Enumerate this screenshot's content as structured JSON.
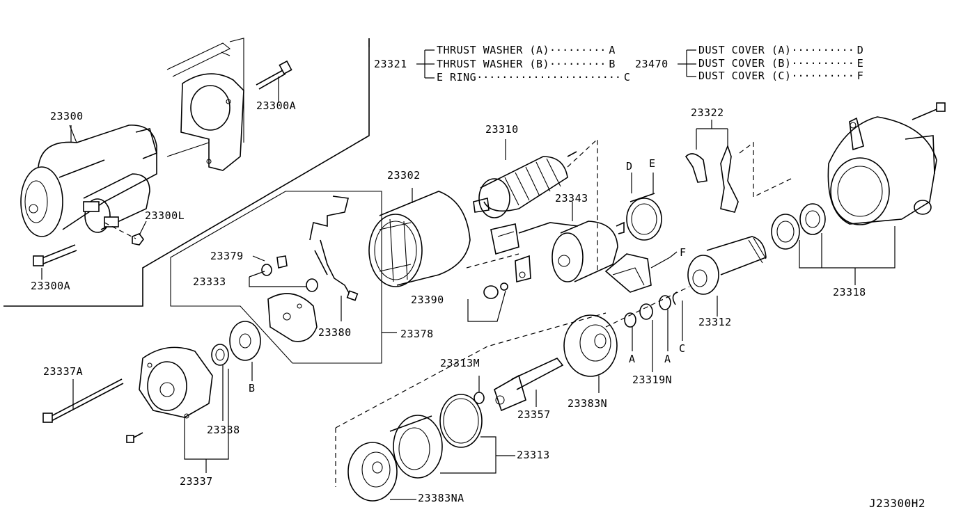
{
  "diagram_code": "J23300H2",
  "legend_23321": {
    "number": "23321",
    "items": [
      {
        "name": "THRUST WASHER (A)",
        "key": "A"
      },
      {
        "name": "THRUST WASHER (B)",
        "key": "B"
      },
      {
        "name": "E RING",
        "key": "C"
      }
    ]
  },
  "legend_23470": {
    "number": "23470",
    "items": [
      {
        "name": "DUST COVER (A)",
        "key": "D"
      },
      {
        "name": "DUST COVER (B)",
        "key": "E"
      },
      {
        "name": "DUST COVER (C)",
        "key": "F"
      }
    ]
  },
  "labels": {
    "p23300": "23300",
    "p23300A_top": "23300A",
    "p23300L": "23300L",
    "p23300A_bottom": "23300A",
    "p23302": "23302",
    "p23310": "23310",
    "p23343": "23343",
    "p23322": "23322",
    "p23379": "23379",
    "p23333": "23333",
    "p23380": "23380",
    "p23378": "23378",
    "p23390": "23390",
    "p23312": "23312",
    "p23318": "23318",
    "p23319N": "23319N",
    "p23313M": "23313M",
    "p23357": "23357",
    "p23383N": "23383N",
    "p23313": "23313",
    "p23383NA": "23383NA",
    "p23337A": "23337A",
    "p23338": "23338",
    "p23337": "23337",
    "key_D": "D",
    "key_E": "E",
    "key_F": "F",
    "key_A1": "A",
    "key_A2": "A",
    "key_B": "B",
    "key_C": "C"
  }
}
